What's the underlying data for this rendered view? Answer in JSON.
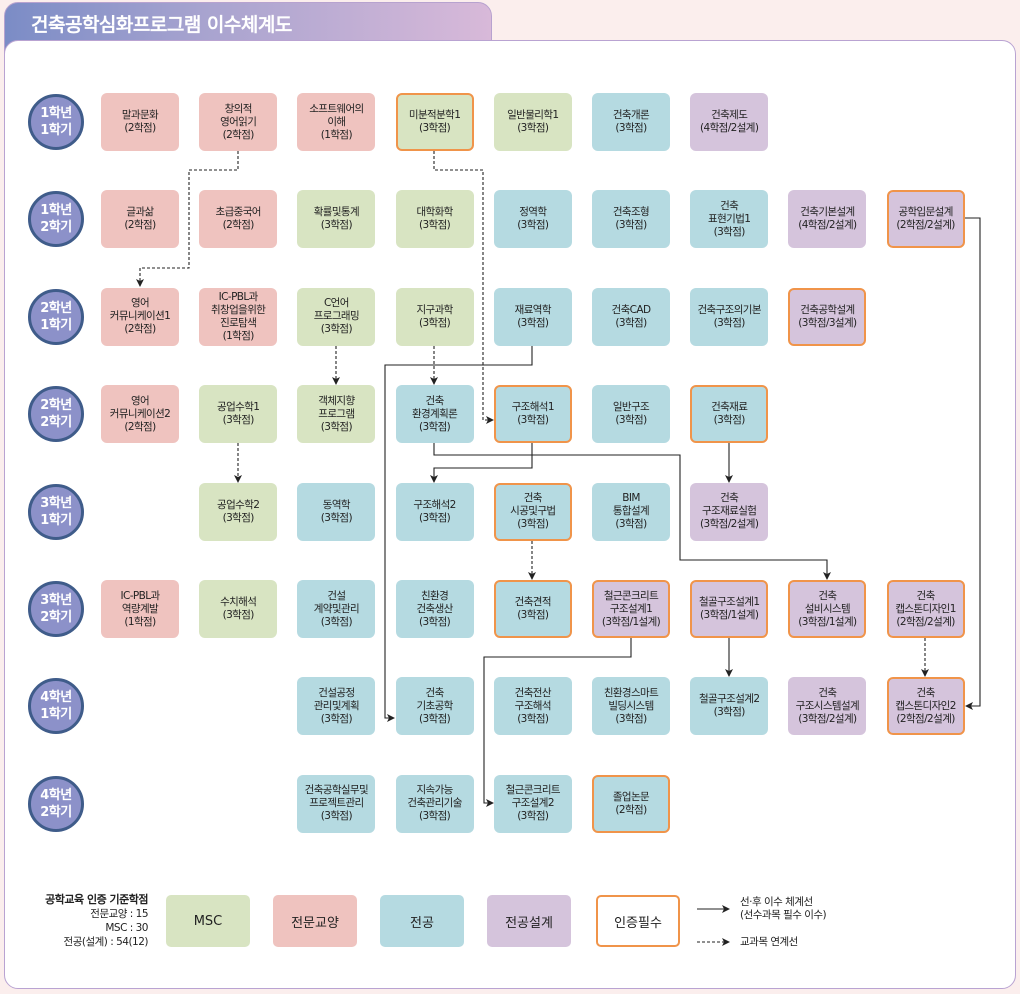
{
  "title": "건축공학심화프로그램 이수체계도",
  "colors": {
    "msc": "#d8e4c2",
    "liberal": "#efc3bf",
    "major": "#b5dae1",
    "design": "#d5c4dc",
    "required_border": "#f0944a",
    "semester_circle": "#8c91c9"
  },
  "semesters": [
    {
      "year": "1학년",
      "term": "1학기"
    },
    {
      "year": "1학년",
      "term": "2학기"
    },
    {
      "year": "2학년",
      "term": "1학기"
    },
    {
      "year": "2학년",
      "term": "2학기"
    },
    {
      "year": "3학년",
      "term": "1학기"
    },
    {
      "year": "3학년",
      "term": "2학기"
    },
    {
      "year": "4학년",
      "term": "1학기"
    },
    {
      "year": "4학년",
      "term": "2학기"
    }
  ],
  "courses": [
    {
      "semester": "1학년 1학기",
      "type": "전문교양",
      "required": false,
      "lines": [
        "말과문화",
        "(2학점)"
      ]
    },
    {
      "semester": "1학년 1학기",
      "type": "전문교양",
      "required": false,
      "lines": [
        "창의적",
        "영어읽기",
        "(2학점)"
      ]
    },
    {
      "semester": "1학년 1학기",
      "type": "전문교양",
      "required": false,
      "lines": [
        "소프트웨어의",
        "이해",
        "(1학점)"
      ]
    },
    {
      "semester": "1학년 1학기",
      "type": "MSC",
      "required": true,
      "lines": [
        "미분적분학1",
        "(3학점)"
      ]
    },
    {
      "semester": "1학년 1학기",
      "type": "MSC",
      "required": false,
      "lines": [
        "일반물리학1",
        "(3학점)"
      ]
    },
    {
      "semester": "1학년 1학기",
      "type": "전공",
      "required": false,
      "lines": [
        "건축개론",
        "(3학점)"
      ]
    },
    {
      "semester": "1학년 1학기",
      "type": "전공설계",
      "required": false,
      "lines": [
        "건축제도",
        "(4학점/2설계)"
      ]
    },
    {
      "semester": "1학년 2학기",
      "type": "전문교양",
      "required": false,
      "lines": [
        "글과삶",
        "(2학점)"
      ]
    },
    {
      "semester": "1학년 2학기",
      "type": "전문교양",
      "required": false,
      "lines": [
        "초급중국어",
        "(2학점)"
      ]
    },
    {
      "semester": "1학년 2학기",
      "type": "MSC",
      "required": false,
      "lines": [
        "확률및통계",
        "(3학점)"
      ]
    },
    {
      "semester": "1학년 2학기",
      "type": "MSC",
      "required": false,
      "lines": [
        "대학화학",
        "(3학점)"
      ]
    },
    {
      "semester": "1학년 2학기",
      "type": "전공",
      "required": false,
      "lines": [
        "정역학",
        "(3학점)"
      ]
    },
    {
      "semester": "1학년 2학기",
      "type": "전공",
      "required": false,
      "lines": [
        "건축조형",
        "(3학점)"
      ]
    },
    {
      "semester": "1학년 2학기",
      "type": "전공",
      "required": false,
      "lines": [
        "건축",
        "표현기법1",
        "(3학점)"
      ]
    },
    {
      "semester": "1학년 2학기",
      "type": "전공설계",
      "required": false,
      "lines": [
        "건축기본설계",
        "(4학점/2설계)"
      ]
    },
    {
      "semester": "1학년 2학기",
      "type": "전공설계",
      "required": true,
      "lines": [
        "공학입문설계",
        "(2학점/2설계)"
      ]
    },
    {
      "semester": "2학년 1학기",
      "type": "전문교양",
      "required": false,
      "lines": [
        "영어",
        "커뮤니케이션1",
        "(2학점)"
      ]
    },
    {
      "semester": "2학년 1학기",
      "type": "전문교양",
      "required": false,
      "lines": [
        "IC-PBL과",
        "취창업을위한",
        "진로탐색",
        "(1학점)"
      ]
    },
    {
      "semester": "2학년 1학기",
      "type": "MSC",
      "required": false,
      "lines": [
        "C언어",
        "프로그래밍",
        "(3학점)"
      ]
    },
    {
      "semester": "2학년 1학기",
      "type": "MSC",
      "required": false,
      "lines": [
        "지구과학",
        "(3학점)"
      ]
    },
    {
      "semester": "2학년 1학기",
      "type": "전공",
      "required": false,
      "lines": [
        "재료역학",
        "(3학점)"
      ]
    },
    {
      "semester": "2학년 1학기",
      "type": "전공",
      "required": false,
      "lines": [
        "건축CAD",
        "(3학점)"
      ]
    },
    {
      "semester": "2학년 1학기",
      "type": "전공",
      "required": false,
      "lines": [
        "건축구조의기본",
        "(3학점)"
      ]
    },
    {
      "semester": "2학년 1학기",
      "type": "전공설계",
      "required": true,
      "lines": [
        "건축공학설계",
        "(3학점/3설계)"
      ]
    },
    {
      "semester": "2학년 2학기",
      "type": "전문교양",
      "required": false,
      "lines": [
        "영어",
        "커뮤니케이션2",
        "(2학점)"
      ]
    },
    {
      "semester": "2학년 2학기",
      "type": "MSC",
      "required": false,
      "lines": [
        "공업수학1",
        "(3학점)"
      ]
    },
    {
      "semester": "2학년 2학기",
      "type": "MSC",
      "required": false,
      "lines": [
        "객체지향",
        "프로그램",
        "(3학점)"
      ]
    },
    {
      "semester": "2학년 2학기",
      "type": "전공",
      "required": false,
      "lines": [
        "건축",
        "환경계획론",
        "(3학점)"
      ]
    },
    {
      "semester": "2학년 2학기",
      "type": "전공",
      "required": true,
      "lines": [
        "구조해석1",
        "(3학점)"
      ]
    },
    {
      "semester": "2학년 2학기",
      "type": "전공",
      "required": false,
      "lines": [
        "일반구조",
        "(3학점)"
      ]
    },
    {
      "semester": "2학년 2학기",
      "type": "전공",
      "required": true,
      "lines": [
        "건축재료",
        "(3학점)"
      ]
    },
    {
      "semester": "3학년 1학기",
      "type": "MSC",
      "required": false,
      "lines": [
        "공업수학2",
        "(3학점)"
      ]
    },
    {
      "semester": "3학년 1학기",
      "type": "전공",
      "required": false,
      "lines": [
        "동역학",
        "(3학점)"
      ]
    },
    {
      "semester": "3학년 1학기",
      "type": "전공",
      "required": false,
      "lines": [
        "구조해석2",
        "(3학점)"
      ]
    },
    {
      "semester": "3학년 1학기",
      "type": "전공",
      "required": true,
      "lines": [
        "건축",
        "시공및구법",
        "(3학점)"
      ]
    },
    {
      "semester": "3학년 1학기",
      "type": "전공",
      "required": false,
      "lines": [
        "BIM",
        "통합설계",
        "(3학점)"
      ]
    },
    {
      "semester": "3학년 1학기",
      "type": "전공설계",
      "required": false,
      "lines": [
        "건축",
        "구조재료실험",
        "(3학점/2설계)"
      ]
    },
    {
      "semester": "3학년 2학기",
      "type": "전문교양",
      "required": false,
      "lines": [
        "IC-PBL과",
        "역량계발",
        "(1학점)"
      ]
    },
    {
      "semester": "3학년 2학기",
      "type": "MSC",
      "required": false,
      "lines": [
        "수치해석",
        "(3학점)"
      ]
    },
    {
      "semester": "3학년 2학기",
      "type": "전공",
      "required": false,
      "lines": [
        "건설",
        "계약및관리",
        "(3학점)"
      ]
    },
    {
      "semester": "3학년 2학기",
      "type": "전공",
      "required": false,
      "lines": [
        "친환경",
        "건축생산",
        "(3학점)"
      ]
    },
    {
      "semester": "3학년 2학기",
      "type": "전공",
      "required": true,
      "lines": [
        "건축견적",
        "(3학점)"
      ]
    },
    {
      "semester": "3학년 2학기",
      "type": "전공설계",
      "required": true,
      "lines": [
        "철근콘크리트",
        "구조설계1",
        "(3학점/1설계)"
      ]
    },
    {
      "semester": "3학년 2학기",
      "type": "전공설계",
      "required": true,
      "lines": [
        "철골구조설계1",
        "(3학점/1설계)"
      ]
    },
    {
      "semester": "3학년 2학기",
      "type": "전공설계",
      "required": true,
      "lines": [
        "건축",
        "설비시스템",
        "(3학점/1설계)"
      ]
    },
    {
      "semester": "3학년 2학기",
      "type": "전공설계",
      "required": true,
      "lines": [
        "건축",
        "캡스톤디자인1",
        "(2학점/2설계)"
      ]
    },
    {
      "semester": "4학년 1학기",
      "type": "전공",
      "required": false,
      "lines": [
        "건설공정",
        "관리및계획",
        "(3학점)"
      ]
    },
    {
      "semester": "4학년 1학기",
      "type": "전공",
      "required": false,
      "lines": [
        "건축",
        "기초공학",
        "(3학점)"
      ]
    },
    {
      "semester": "4학년 1학기",
      "type": "전공",
      "required": false,
      "lines": [
        "건축전산",
        "구조해석",
        "(3학점)"
      ]
    },
    {
      "semester": "4학년 1학기",
      "type": "전공",
      "required": false,
      "lines": [
        "친환경스마트",
        "빌딩시스템",
        "(3학점)"
      ]
    },
    {
      "semester": "4학년 1학기",
      "type": "전공",
      "required": false,
      "lines": [
        "철골구조설계2",
        "(3학점)"
      ]
    },
    {
      "semester": "4학년 1학기",
      "type": "전공설계",
      "required": false,
      "lines": [
        "건축",
        "구조시스템설계",
        "(3학점/2설계)"
      ]
    },
    {
      "semester": "4학년 1학기",
      "type": "전공설계",
      "required": true,
      "lines": [
        "건축",
        "캡스톤디자인2",
        "(2학점/2설계)"
      ]
    },
    {
      "semester": "4학년 2학기",
      "type": "전공",
      "required": false,
      "lines": [
        "건축공학실무및",
        "프로젝트관리",
        "(3학점)"
      ]
    },
    {
      "semester": "4학년 2학기",
      "type": "전공",
      "required": false,
      "lines": [
        "지속가능",
        "건축관리기술",
        "(3학점)"
      ]
    },
    {
      "semester": "4학년 2학기",
      "type": "전공",
      "required": false,
      "lines": [
        "철근콘크리트",
        "구조설계2",
        "(3학점)"
      ]
    },
    {
      "semester": "4학년 2학기",
      "type": "전공",
      "required": true,
      "lines": [
        "졸업논문",
        "(2학점)"
      ]
    }
  ],
  "legend": {
    "credits_title": "공학교육 인증 기준학점",
    "credits": [
      "전문교양 : 15",
      "MSC : 30",
      "전공(설계) : 54(12)"
    ],
    "categories": [
      "MSC",
      "전문교양",
      "전공",
      "전공설계",
      "인증필수"
    ],
    "solid_line_label": [
      "선·후 이수 체계선",
      "(선수과목 필수 이수)"
    ],
    "dashed_line_label": "교과목 연계선"
  }
}
